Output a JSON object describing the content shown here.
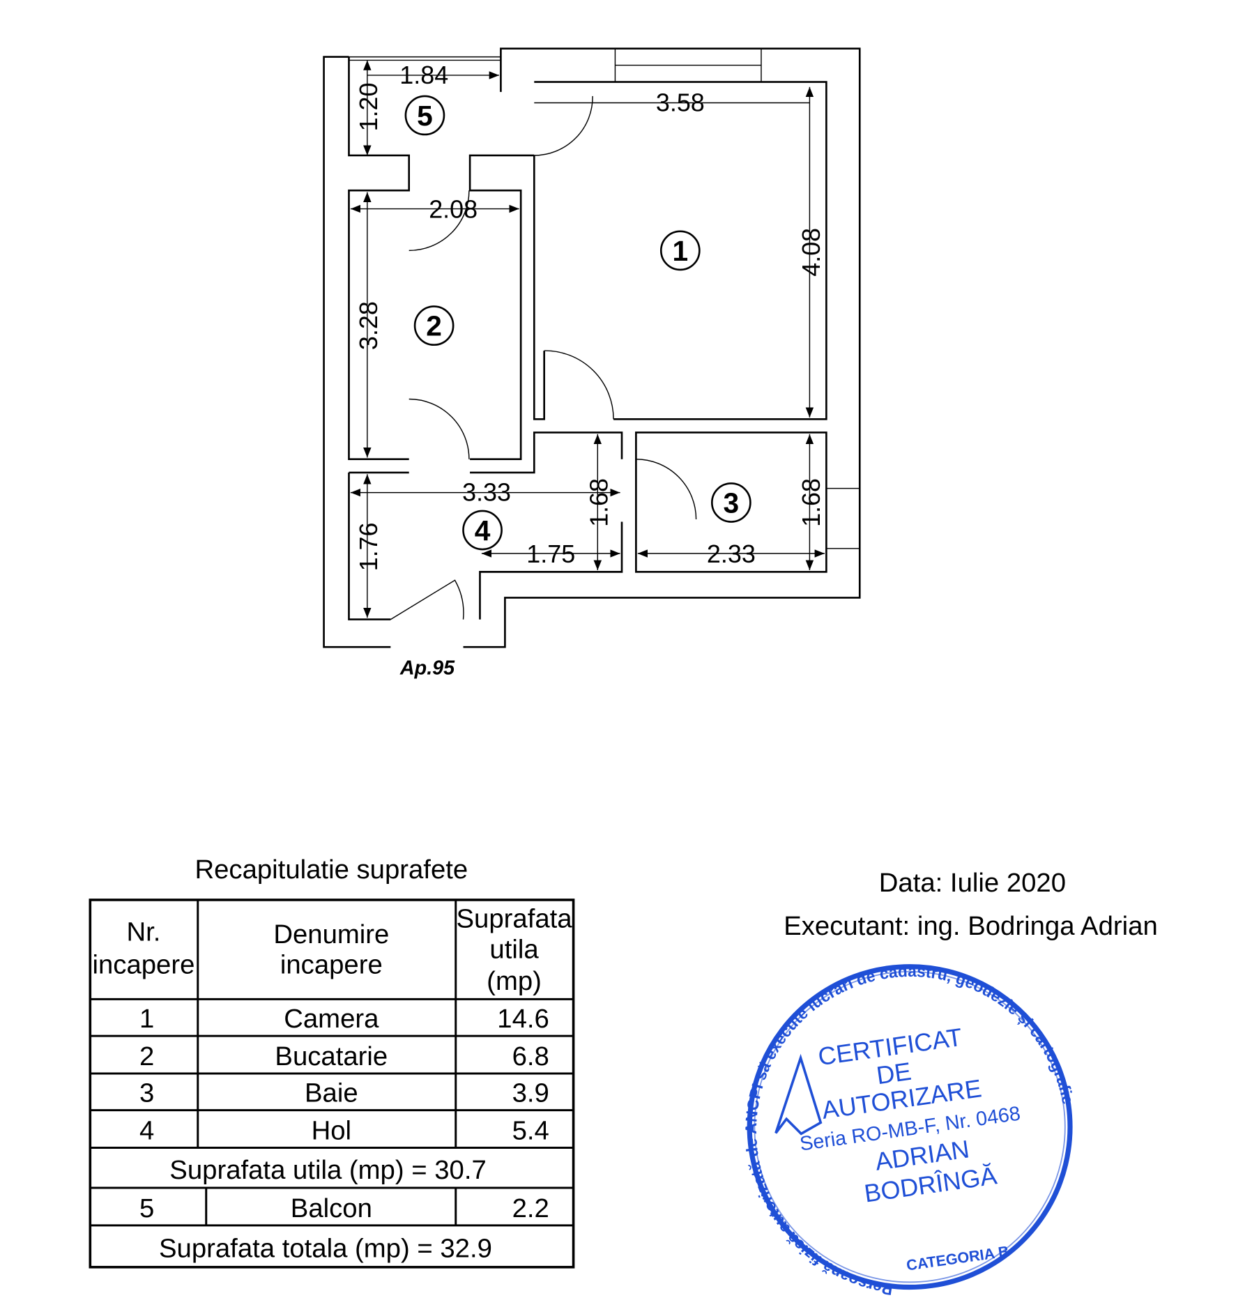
{
  "plan": {
    "label": "Ap.95",
    "rooms": [
      "1",
      "2",
      "3",
      "4",
      "5"
    ],
    "dims": {
      "balcony_w": "1.84",
      "balcony_h": "1.20",
      "room1_w": "3.58",
      "room1_h": "4.08",
      "room2_w": "2.08",
      "room2_h": "3.28",
      "hall_w": "3.33",
      "hall_h": "1.76",
      "hall_w2": "1.75",
      "hall_h2": "1.68",
      "room3_w": "2.33",
      "room3_h": "1.68"
    }
  },
  "table": {
    "title": "Recapitulatie suprafete",
    "headers": {
      "nr": [
        "Nr.",
        "incapere"
      ],
      "name": [
        "Denumire",
        "incapere"
      ],
      "area": [
        "Suprafata",
        "utila",
        "(mp)"
      ]
    },
    "rows": [
      {
        "nr": "1",
        "name": "Camera",
        "area": "14.6"
      },
      {
        "nr": "2",
        "name": "Bucatarie",
        "area": "6.8"
      },
      {
        "nr": "3",
        "name": "Baie",
        "area": "3.9"
      },
      {
        "nr": "4",
        "name": "Hol",
        "area": "5.4"
      }
    ],
    "subtotal": "Suprafata utila (mp) = 30.7",
    "balcony": {
      "nr": "5",
      "name": "Balcon",
      "area": "2.2"
    },
    "total": "Suprafata totala (mp) = 32.9"
  },
  "info": {
    "date": "Data: Iulie 2020",
    "executant": "Executant: ing. Bodringa  Adrian"
  },
  "stamp": {
    "ring_top": "Persoană fizică autorizată de ANCPI să execute lucrări de cadastru, geodezie și cartografie",
    "lines": [
      "CERTIFICAT",
      "DE",
      "AUTORIZARE",
      "Seria RO-MB-F, Nr. 0468",
      "ADRIAN",
      "BODRÎNGĂ"
    ],
    "category": "CATEGORIA B",
    "color": "#1f4fd6"
  }
}
